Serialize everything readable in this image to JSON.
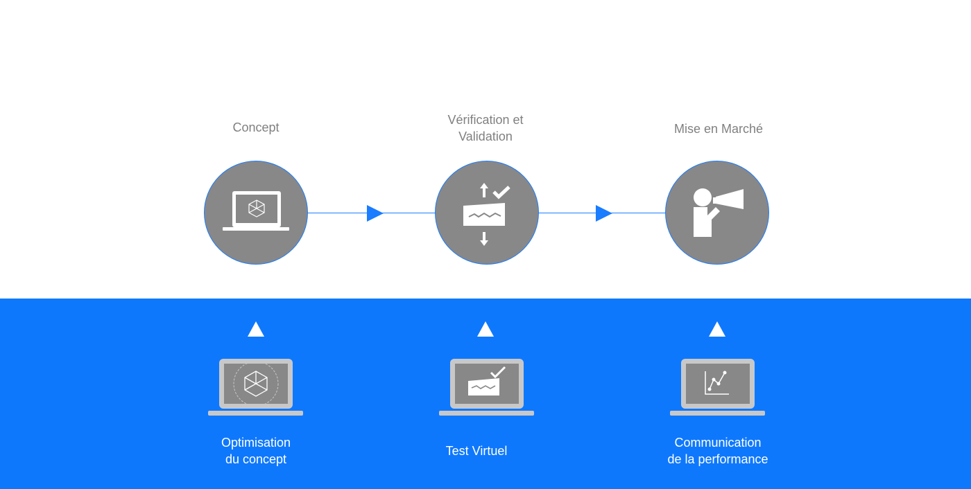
{
  "stages": [
    {
      "label": "Concept",
      "icon": "laptop-cube-icon"
    },
    {
      "label": "Vérification et\nValidation",
      "icon": "stress-test-icon"
    },
    {
      "label": "Mise en Marché",
      "icon": "megaphone-person-icon"
    }
  ],
  "features": [
    {
      "label": "Optimisation\ndu concept",
      "icon": "laptop-cube-optimization-icon"
    },
    {
      "label": "Test Virtuel",
      "icon": "laptop-virtual-test-icon"
    },
    {
      "label": "Communication\nde la performance",
      "icon": "laptop-chart-icon"
    }
  ],
  "colors": {
    "accent": "#0e78fd",
    "circle": "#888888",
    "stage_text": "#808080",
    "laptop": "#c8c8c8"
  }
}
